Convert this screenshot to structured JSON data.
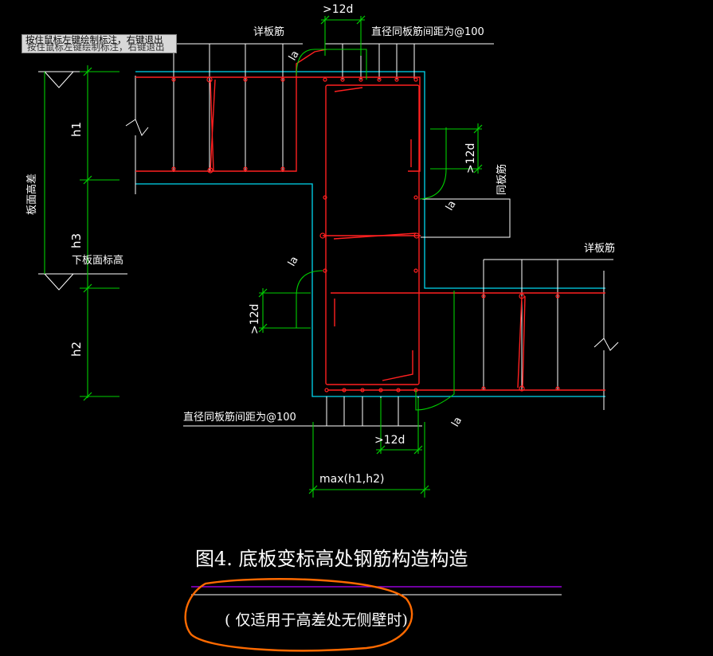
{
  "tooltip": {
    "line1": "按住鼠标左键绘制标注，右键退出",
    "line2": "按住鼠标左键绘制标注，右键退出"
  },
  "labels": {
    "detail_top": "详板筋",
    "detail_right": "详板筋",
    "top_note": "直径同板筋间距为@100",
    "bottom_note": "直径同板筋间距为@100",
    "dim_12d_top": ">12d",
    "dim_12d_right": ">12d",
    "dim_12d_left": ">12d",
    "dim_12d_bottom": ">12d",
    "la": "la",
    "h1": "h1",
    "h2": "h2",
    "h3": "h3",
    "slab_diff": "板面高差",
    "lower_slab": "下板面标高",
    "same_bar": "同板筋",
    "max_dim": "max(h1,h2)"
  },
  "caption": {
    "title": "图4.  底板变标高处钢筋构造构造",
    "note": "( 仅适用于高差处无侧壁时)"
  },
  "colors": {
    "background": "#000000",
    "rebar": "#ff2020",
    "concrete": "#00e5ff",
    "dimension": "#00e000",
    "text": "#ffffff",
    "underline": "#b400ff",
    "highlight": "#ff6a00"
  }
}
